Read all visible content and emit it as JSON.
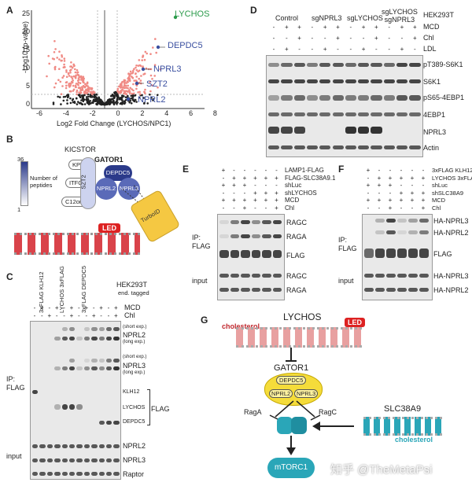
{
  "panels": {
    "A": "A",
    "B": "B",
    "C": "C",
    "D": "D",
    "E": "E",
    "F": "F",
    "G": "G"
  },
  "panelA": {
    "ylabel": "-Log10 (p-value)",
    "xlabel": "Log2 Fold Change (LYCHOS/NPC1)",
    "xticks": [
      "-6",
      "-4",
      "-2",
      "0",
      "2",
      "4",
      "6",
      "8"
    ],
    "yticks": [
      "0",
      "5",
      "10",
      "15",
      "20",
      "25"
    ],
    "labels": {
      "lychos": "LYCHOS",
      "depdc5": "DEPDC5",
      "nprl3": "NPRL3",
      "szt2": "SZT2",
      "nprl2": "NPRL2"
    }
  },
  "panelB": {
    "kicstor": "KICSTOR",
    "gator1": "GATOR1",
    "kptn": "KPTN",
    "itfg2": "ITFG2",
    "c12orf66": "C12orf66",
    "szt2": "SZT2",
    "depdc5": "DEPDC5",
    "nprl2": "NPRL2",
    "nprl3": "NPRL3",
    "scale_max": "36",
    "scale_min": "1",
    "scale_label": "Number of peptides",
    "turboid": "TurboID",
    "led": "LED"
  },
  "panelC": {
    "cols": [
      "3xFLAG KLH12",
      "LYCHOS 3xFLAG",
      "3xFLAG DEPDC5"
    ],
    "cell": "HEK293T",
    "cell2": "end. tagged",
    "mcd": "MCD",
    "chl": "Chl",
    "mcd_signs": [
      "-",
      "+",
      "-",
      "+",
      "-",
      "+",
      "-",
      "+",
      "-",
      "+",
      "-",
      "+"
    ],
    "chl_signs": [
      "-",
      "-",
      "+",
      "-",
      "-",
      "+",
      "-",
      "-",
      "+",
      "-",
      "-",
      "+"
    ],
    "ip": "IP:",
    "flag": "FLAG",
    "input": "input",
    "rows": [
      "NPRL2",
      "NPRL3",
      "KLH12",
      "LYCHOS",
      "DEPDC5",
      "NPRL2",
      "NPRL3",
      "Raptor"
    ],
    "short": "(short exp.)",
    "long": "(long exp.)",
    "flag_lbl": "FLAG"
  },
  "panelD": {
    "groups": [
      "Control",
      "sgNPRL3",
      "sgLYCHOS",
      "sgLYCHOS\nsgNPRL3"
    ],
    "cell": "HEK293T",
    "mcd": "MCD",
    "chl": "Chl",
    "ldl": "LDL",
    "rows": [
      "pT389-S6K1",
      "S6K1",
      "pS65-4EBP1",
      "4EBP1",
      "NPRL3",
      "Actin"
    ]
  },
  "panelE": {
    "conds": [
      "LAMP1-FLAG",
      "FLAG-SLC38A9.1",
      "shLuc",
      "shLYCHOS",
      "MCD",
      "Chl"
    ],
    "ip": "IP:",
    "flag": "FLAG",
    "input": "input",
    "rows": [
      "RAGC",
      "RAGA",
      "FLAG",
      "RAGC",
      "RAGA"
    ]
  },
  "panelF": {
    "conds": [
      "3xFLAG KLH12",
      "LYCHOS 3xFLAG",
      "shLuc",
      "shSLC38A9",
      "MCD",
      "Chl"
    ],
    "ip": "IP:",
    "flag": "FLAG",
    "input": "input",
    "rows": [
      "HA-NPRL3",
      "HA-NPRL2",
      "FLAG",
      "HA-NPRL3",
      "HA-NPRL2"
    ]
  },
  "panelG": {
    "lychos": "LYCHOS",
    "cholesterol": "cholesterol",
    "led": "LED",
    "gator1": "GATOR1",
    "depdc5": "DEPDC5",
    "nprl2": "NPRL2",
    "nprl3": "NPRL3",
    "raga": "RagA",
    "ragc": "RagC",
    "slc": "SLC38A9",
    "cholesterol2": "cholesterol",
    "mtorc1": "mTORC1"
  },
  "watermark": "知乎 @TheMetaPsi",
  "colors": {
    "salmon": "#f08a84",
    "blue": "#3a4fa0",
    "green": "#2a9a4a",
    "red": "#c0272d",
    "teal": "#2aa6b8",
    "yellow": "#f5dc3a"
  }
}
